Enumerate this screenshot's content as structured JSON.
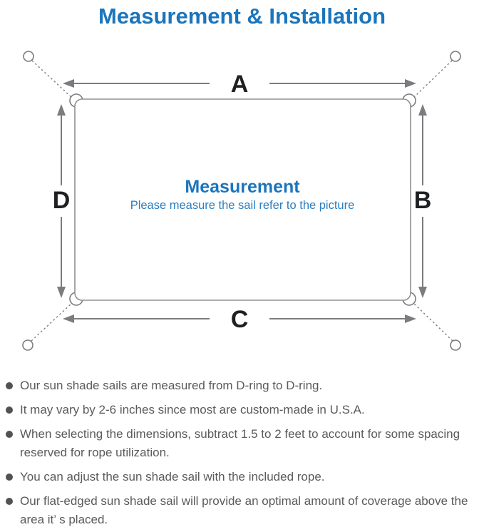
{
  "page": {
    "title": "Measurement & Installation"
  },
  "diagram": {
    "side_labels": {
      "top": "A",
      "right": "B",
      "bottom": "C",
      "left": "D"
    },
    "center_title": "Measurement",
    "center_subtitle": "Please measure the sail refer to the picture"
  },
  "notes": {
    "items": [
      "Our sun shade sails are measured from D-ring to D-ring.",
      "It may vary by 2-6 inches since most are custom-made in U.S.A.",
      "When selecting the dimensions, subtract 1.5 to 2 feet to account for some spacing reserved for rope utilization.",
      "You can adjust the sun shade sail with the included rope.",
      "Our flat-edged sun shade sail will provide an optimal amount of coverage above the area it’ s placed."
    ]
  },
  "colors": {
    "title_blue": "#1b75bc",
    "center_subtitle_blue": "#2b7ec0",
    "diagram_gray": "#7b7c7f",
    "outline_gray": "#8e9093",
    "label_black": "#1f2022",
    "note_gray": "#595a5c"
  }
}
